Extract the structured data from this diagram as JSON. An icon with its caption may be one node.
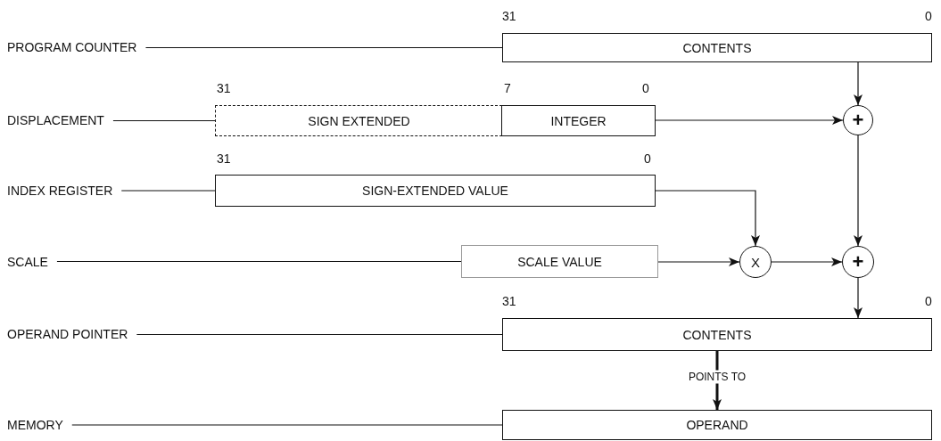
{
  "diagram": {
    "nodes": [
      {
        "text": [
          "PROGRAM COUNTER"
        ]
      },
      {
        "text": [
          "CONTENTS"
        ]
      },
      {
        "text": [
          "DISPLACEMENT"
        ]
      },
      {
        "text": [
          "SIGN EXTENDED"
        ]
      },
      {
        "text": [
          "INTEGER"
        ]
      },
      {
        "text": [
          "+"
        ]
      },
      {
        "text": [
          "INDEX REGISTER"
        ]
      },
      {
        "text": [
          "SIGN-EXTENDED VALUE"
        ]
      },
      {
        "text": [
          "SCALE"
        ]
      },
      {
        "text": [
          "SCALE VALUE"
        ]
      },
      {
        "text": [
          "X"
        ]
      },
      {
        "text": [
          "+"
        ]
      },
      {
        "text": [
          "OPERAND POINTER"
        ]
      },
      {
        "text": [
          "CONTENTS"
        ]
      },
      {
        "text": [
          "MEMORY"
        ]
      },
      {
        "text": [
          "OPERAND"
        ]
      }
    ],
    "edges": [
      {
        "from": 0,
        "to": 1,
        "arrow": "none"
      },
      {
        "from": 2,
        "to": 3,
        "arrow": "none"
      },
      {
        "from": 6,
        "to": 7,
        "arrow": "none"
      },
      {
        "from": 8,
        "to": 9,
        "arrow": "none"
      },
      {
        "from": 12,
        "to": 13,
        "arrow": "none"
      },
      {
        "from": 14,
        "to": 15,
        "arrow": "none"
      },
      {
        "from": 1,
        "to": 5,
        "arrow": "to"
      },
      {
        "from": 4,
        "to": 5,
        "arrow": "to"
      },
      {
        "from": 7,
        "to": 10,
        "arrow": "to"
      },
      {
        "from": 9,
        "to": 10,
        "arrow": "to"
      },
      {
        "from": 10,
        "to": 11,
        "arrow": "to"
      },
      {
        "from": 5,
        "to": 11,
        "arrow": "to"
      },
      {
        "from": 11,
        "to": 13,
        "arrow": "to"
      },
      {
        "from": 13,
        "to": 15,
        "arrow": "to",
        "label": "POINTS TO",
        "style": "thick"
      }
    ],
    "labels": [
      "31",
      "0",
      "31",
      "7",
      "0",
      "31",
      "0",
      "31",
      "0"
    ]
  }
}
